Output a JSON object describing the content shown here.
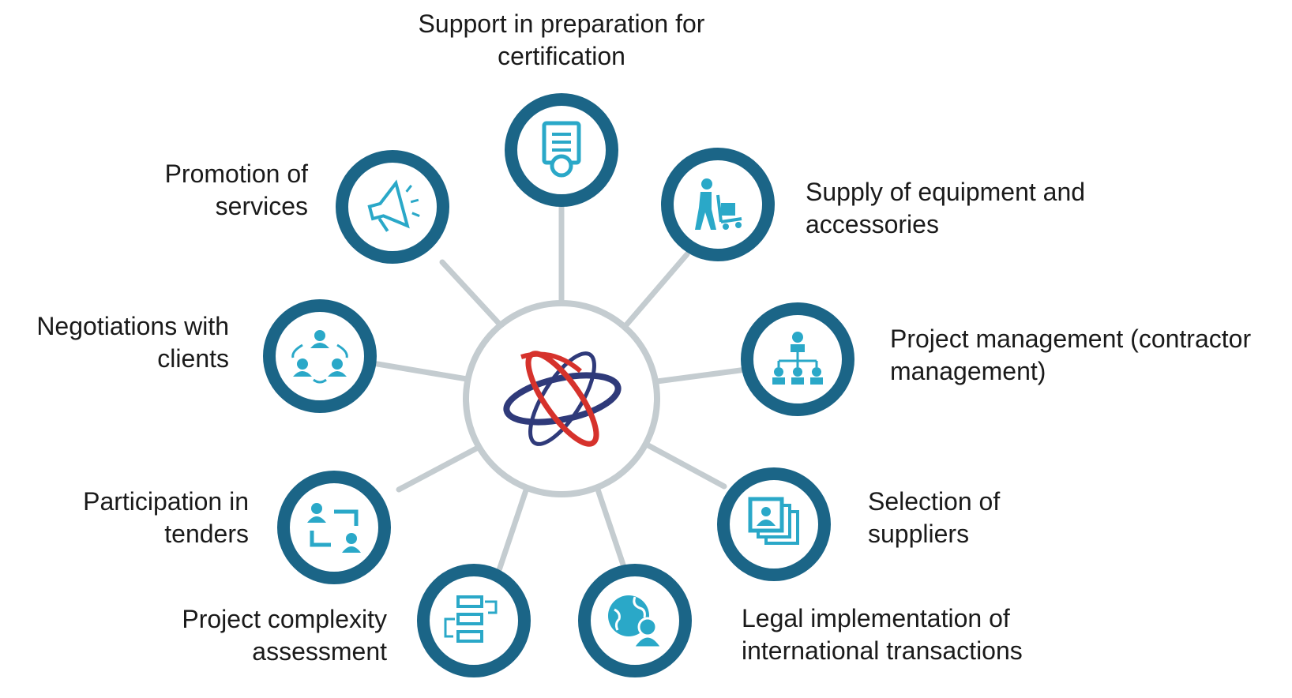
{
  "colors": {
    "ring": "#1b6587",
    "icon": "#2aa8c8",
    "spoke": "#c4ccd0",
    "hub": "#c4ccd0",
    "logo_red": "#d6322c",
    "logo_navy": "#2f3a7a"
  },
  "center": {
    "logo_icon": "atom-logo-icon"
  },
  "nodes": [
    {
      "id": "certification",
      "icon": "certificate-icon",
      "lines": [
        "Support in preparation for",
        "certification"
      ]
    },
    {
      "id": "supply",
      "icon": "delivery-worker-icon",
      "lines": [
        "Supply of equipment and",
        "accessories"
      ]
    },
    {
      "id": "project-management",
      "icon": "org-chart-icon",
      "lines": [
        "Project management (contractor",
        "management)"
      ]
    },
    {
      "id": "suppliers",
      "icon": "profile-cards-icon",
      "lines": [
        "Selection of",
        "suppliers"
      ]
    },
    {
      "id": "legal",
      "icon": "globe-person-icon",
      "lines": [
        "Legal implementation of",
        "international transactions"
      ]
    },
    {
      "id": "complexity",
      "icon": "flowchart-icon",
      "lines": [
        "Project complexity",
        "assessment"
      ]
    },
    {
      "id": "tenders",
      "icon": "exchange-people-icon",
      "lines": [
        "Participation in",
        "tenders"
      ]
    },
    {
      "id": "negotiations",
      "icon": "team-cycle-icon",
      "lines": [
        "Negotiations with",
        "clients"
      ]
    },
    {
      "id": "promotion",
      "icon": "megaphone-icon",
      "lines": [
        "Promotion of",
        "services"
      ]
    }
  ]
}
